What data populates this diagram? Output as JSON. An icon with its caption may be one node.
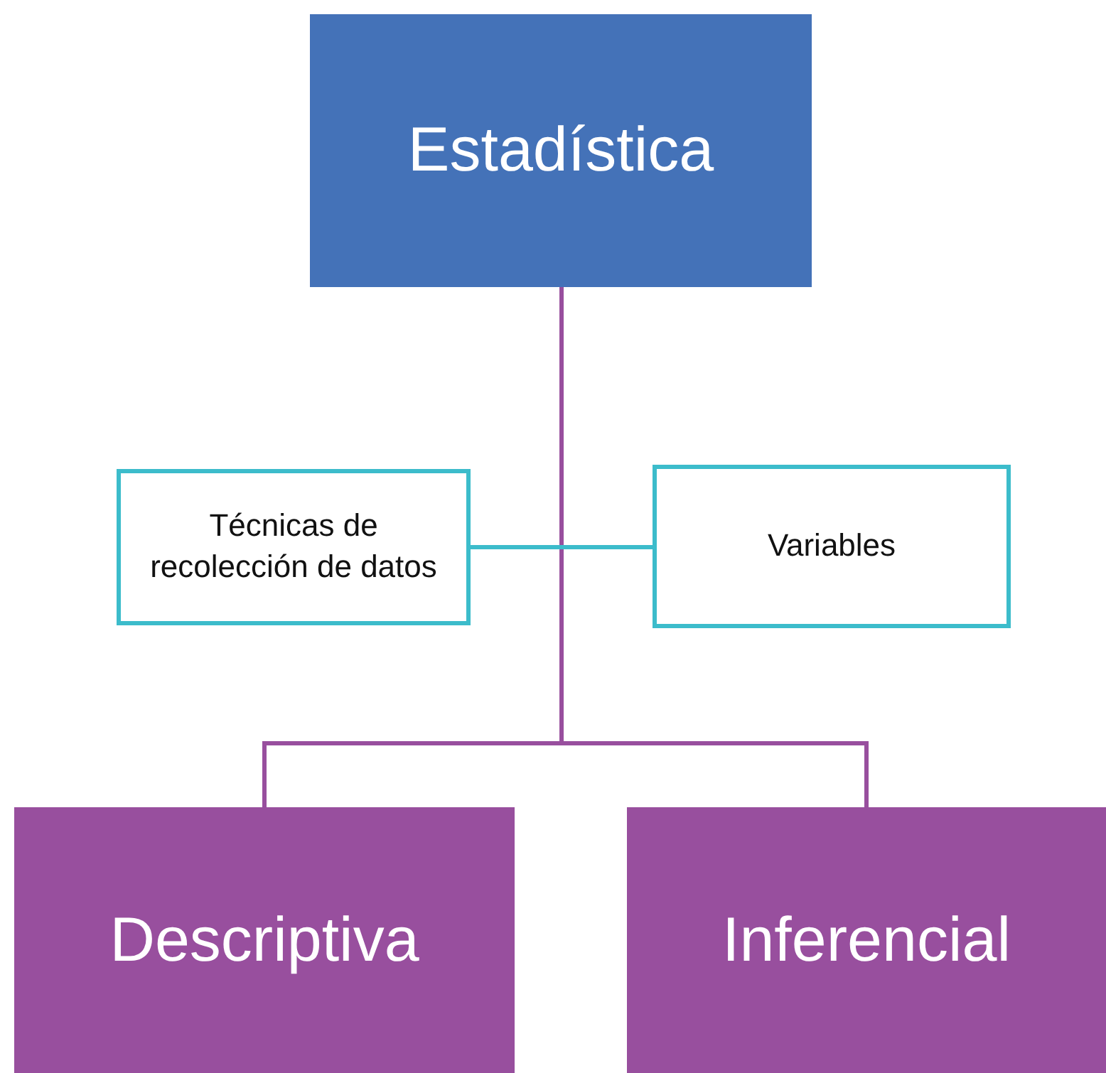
{
  "diagram": {
    "nodes": [
      {
        "text": [
          "Estadística"
        ]
      },
      {
        "text": [
          "Técnicas de recolección de datos"
        ]
      },
      {
        "text": [
          "Variables"
        ]
      },
      {
        "text": [
          "Descriptiva"
        ]
      },
      {
        "text": [
          "Inferencial"
        ]
      }
    ],
    "edges": [
      {
        "from": 0,
        "to": 3,
        "arrow": "none"
      },
      {
        "from": 0,
        "to": 4,
        "arrow": "none"
      },
      {
        "from": 1,
        "to": 2,
        "arrow": "none",
        "color": "#3cbccb"
      }
    ]
  }
}
